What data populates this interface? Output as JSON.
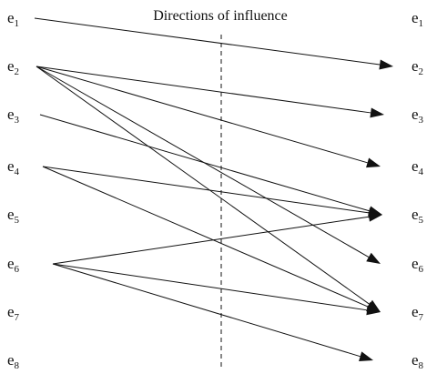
{
  "title": "Directions of influence",
  "nodes": [
    {
      "id": "e1",
      "letter": "e",
      "index": "1"
    },
    {
      "id": "e2",
      "letter": "e",
      "index": "2"
    },
    {
      "id": "e3",
      "letter": "e",
      "index": "3"
    },
    {
      "id": "e4",
      "letter": "e",
      "index": "4"
    },
    {
      "id": "e5",
      "letter": "e",
      "index": "5"
    },
    {
      "id": "e6",
      "letter": "e",
      "index": "6"
    },
    {
      "id": "e7",
      "letter": "e",
      "index": "7"
    },
    {
      "id": "e8",
      "letter": "e",
      "index": "8"
    }
  ],
  "edges": [
    {
      "from": "e1",
      "to": "e2"
    },
    {
      "from": "e2",
      "to": "e3"
    },
    {
      "from": "e2",
      "to": "e4"
    },
    {
      "from": "e2",
      "to": "e6"
    },
    {
      "from": "e2",
      "to": "e7"
    },
    {
      "from": "e3",
      "to": "e5"
    },
    {
      "from": "e4",
      "to": "e5"
    },
    {
      "from": "e4",
      "to": "e7"
    },
    {
      "from": "e6",
      "to": "e5"
    },
    {
      "from": "e6",
      "to": "e7"
    },
    {
      "from": "e6",
      "to": "e8"
    }
  ]
}
